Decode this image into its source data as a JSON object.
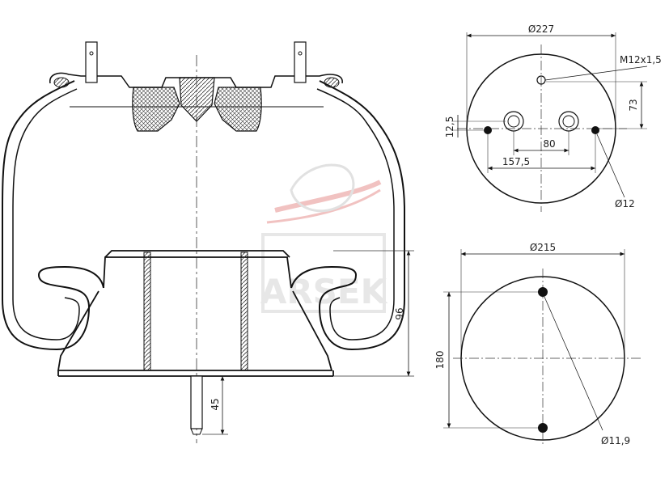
{
  "side_view": {
    "dimensions": {
      "height": "96",
      "stud_length": "45"
    }
  },
  "top_plate_view": {
    "dimensions": {
      "diameter": "227",
      "thread": "M12x1,5",
      "thread_offset": "73",
      "port_offset": "12,5",
      "port_spacing": "80",
      "bolt_spacing": "157,5",
      "bolt_hole": "12"
    }
  },
  "bottom_plate_view": {
    "dimensions": {
      "diameter": "215",
      "bolt_spacing": "180",
      "bolt_hole": "11,9"
    }
  },
  "watermark": {
    "brand": "ARSEK",
    "color": "#d9534f"
  },
  "symbols": {
    "diameter_sign": "Ø"
  }
}
